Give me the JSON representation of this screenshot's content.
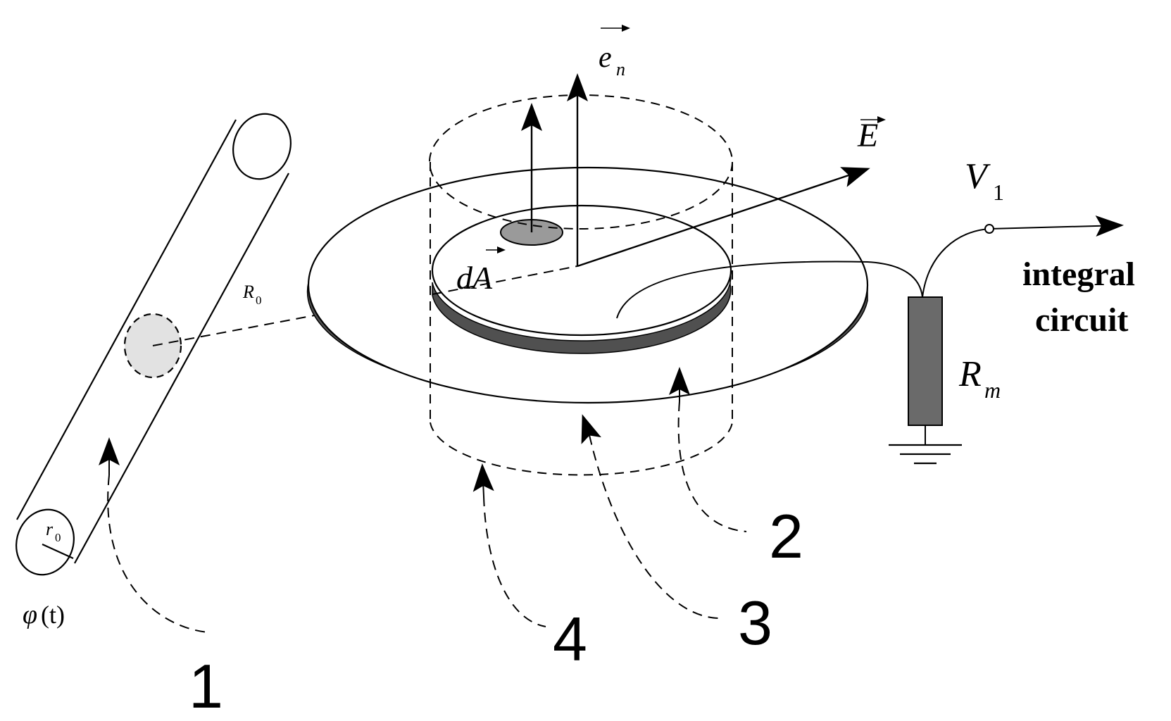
{
  "colors": {
    "stroke": "#000000",
    "plate_edge": "#505050",
    "electrode_fill": "#9a9a9a",
    "cross_section_fill": "#e2e2e2",
    "resistor_fill": "#6a6a6a",
    "background": "#ffffff"
  },
  "labels": {
    "normal_vector": "e",
    "normal_vector_subscript": "n",
    "field_vector": "E",
    "area_element": "dA",
    "distance": "R",
    "distance_subscript": "0",
    "conductor_radius": "r",
    "conductor_radius_subscript": "0",
    "potential": "φ",
    "potential_argument": "(t)",
    "output_voltage": "V",
    "output_voltage_subscript": "1",
    "measuring_resistor": "R",
    "measuring_resistor_subscript": "m",
    "output_text_line1": "integral",
    "output_text_line2": "circuit"
  },
  "callouts": {
    "c1": "1",
    "c2": "2",
    "c3": "3",
    "c4": "4"
  }
}
